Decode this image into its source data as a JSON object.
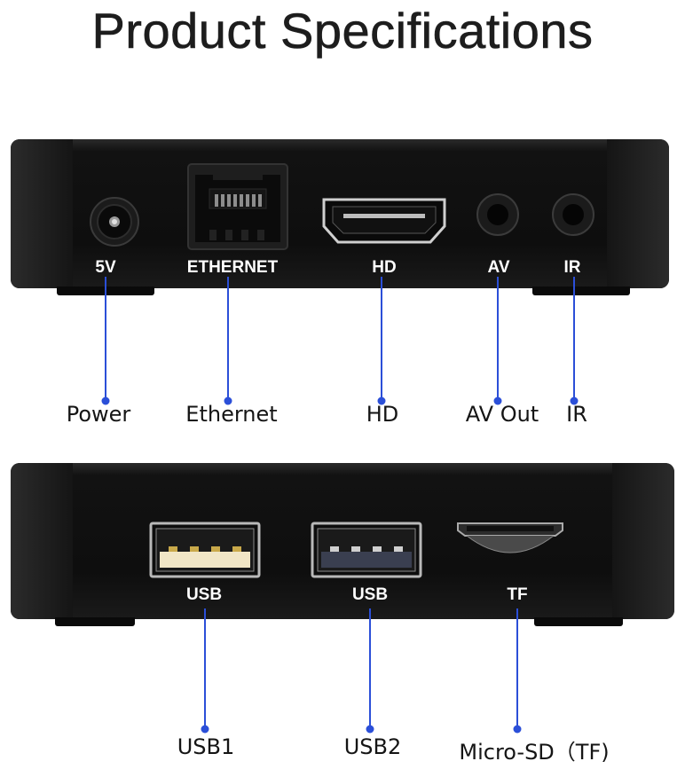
{
  "title": "Product Specifications",
  "top_panel": {
    "ports": [
      {
        "label": "5V",
        "caption": "Power"
      },
      {
        "label": "ETHERNET",
        "caption": "Ethernet"
      },
      {
        "label": "HD",
        "caption": "HD"
      },
      {
        "label": "AV",
        "caption": "AV Out"
      },
      {
        "label": "IR",
        "caption": "IR"
      }
    ]
  },
  "bottom_panel": {
    "ports": [
      {
        "label": "USB",
        "caption": "USB1"
      },
      {
        "label": "USB",
        "caption": "USB2"
      },
      {
        "label": "TF",
        "caption": "Micro-SD（TF)"
      }
    ]
  },
  "colors": {
    "leader_line": "#2b4fd8",
    "device_body": "#111111",
    "title_text": "#1d1d1d"
  }
}
